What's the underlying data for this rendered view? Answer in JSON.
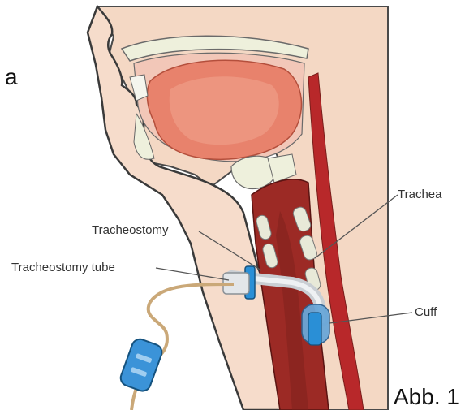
{
  "labels": {
    "trachea": "Trachea",
    "tracheostomy": "Tracheostomy",
    "tracheostomy_tube": "Tracheostomy tube",
    "cuff": "Cuff"
  },
  "fragment_letter": "a",
  "figure_caption": "Abb. 1",
  "colors": {
    "skin": "#f4d8c4",
    "skin_outline": "#4a4a4a",
    "tongue": "#e8826c",
    "tongue_light": "#f0a58f",
    "palate": "#eef0dc",
    "trachea": "#9c2a25",
    "trachea_dark": "#7a1e1b",
    "cartilage": "#e8e9d8",
    "tube": "#d9dde0",
    "tube_blue": "#2a8fd6",
    "cuff": "#6aa7d8",
    "spine": "#b8282a"
  },
  "icons": [
    "medical-illustration"
  ]
}
